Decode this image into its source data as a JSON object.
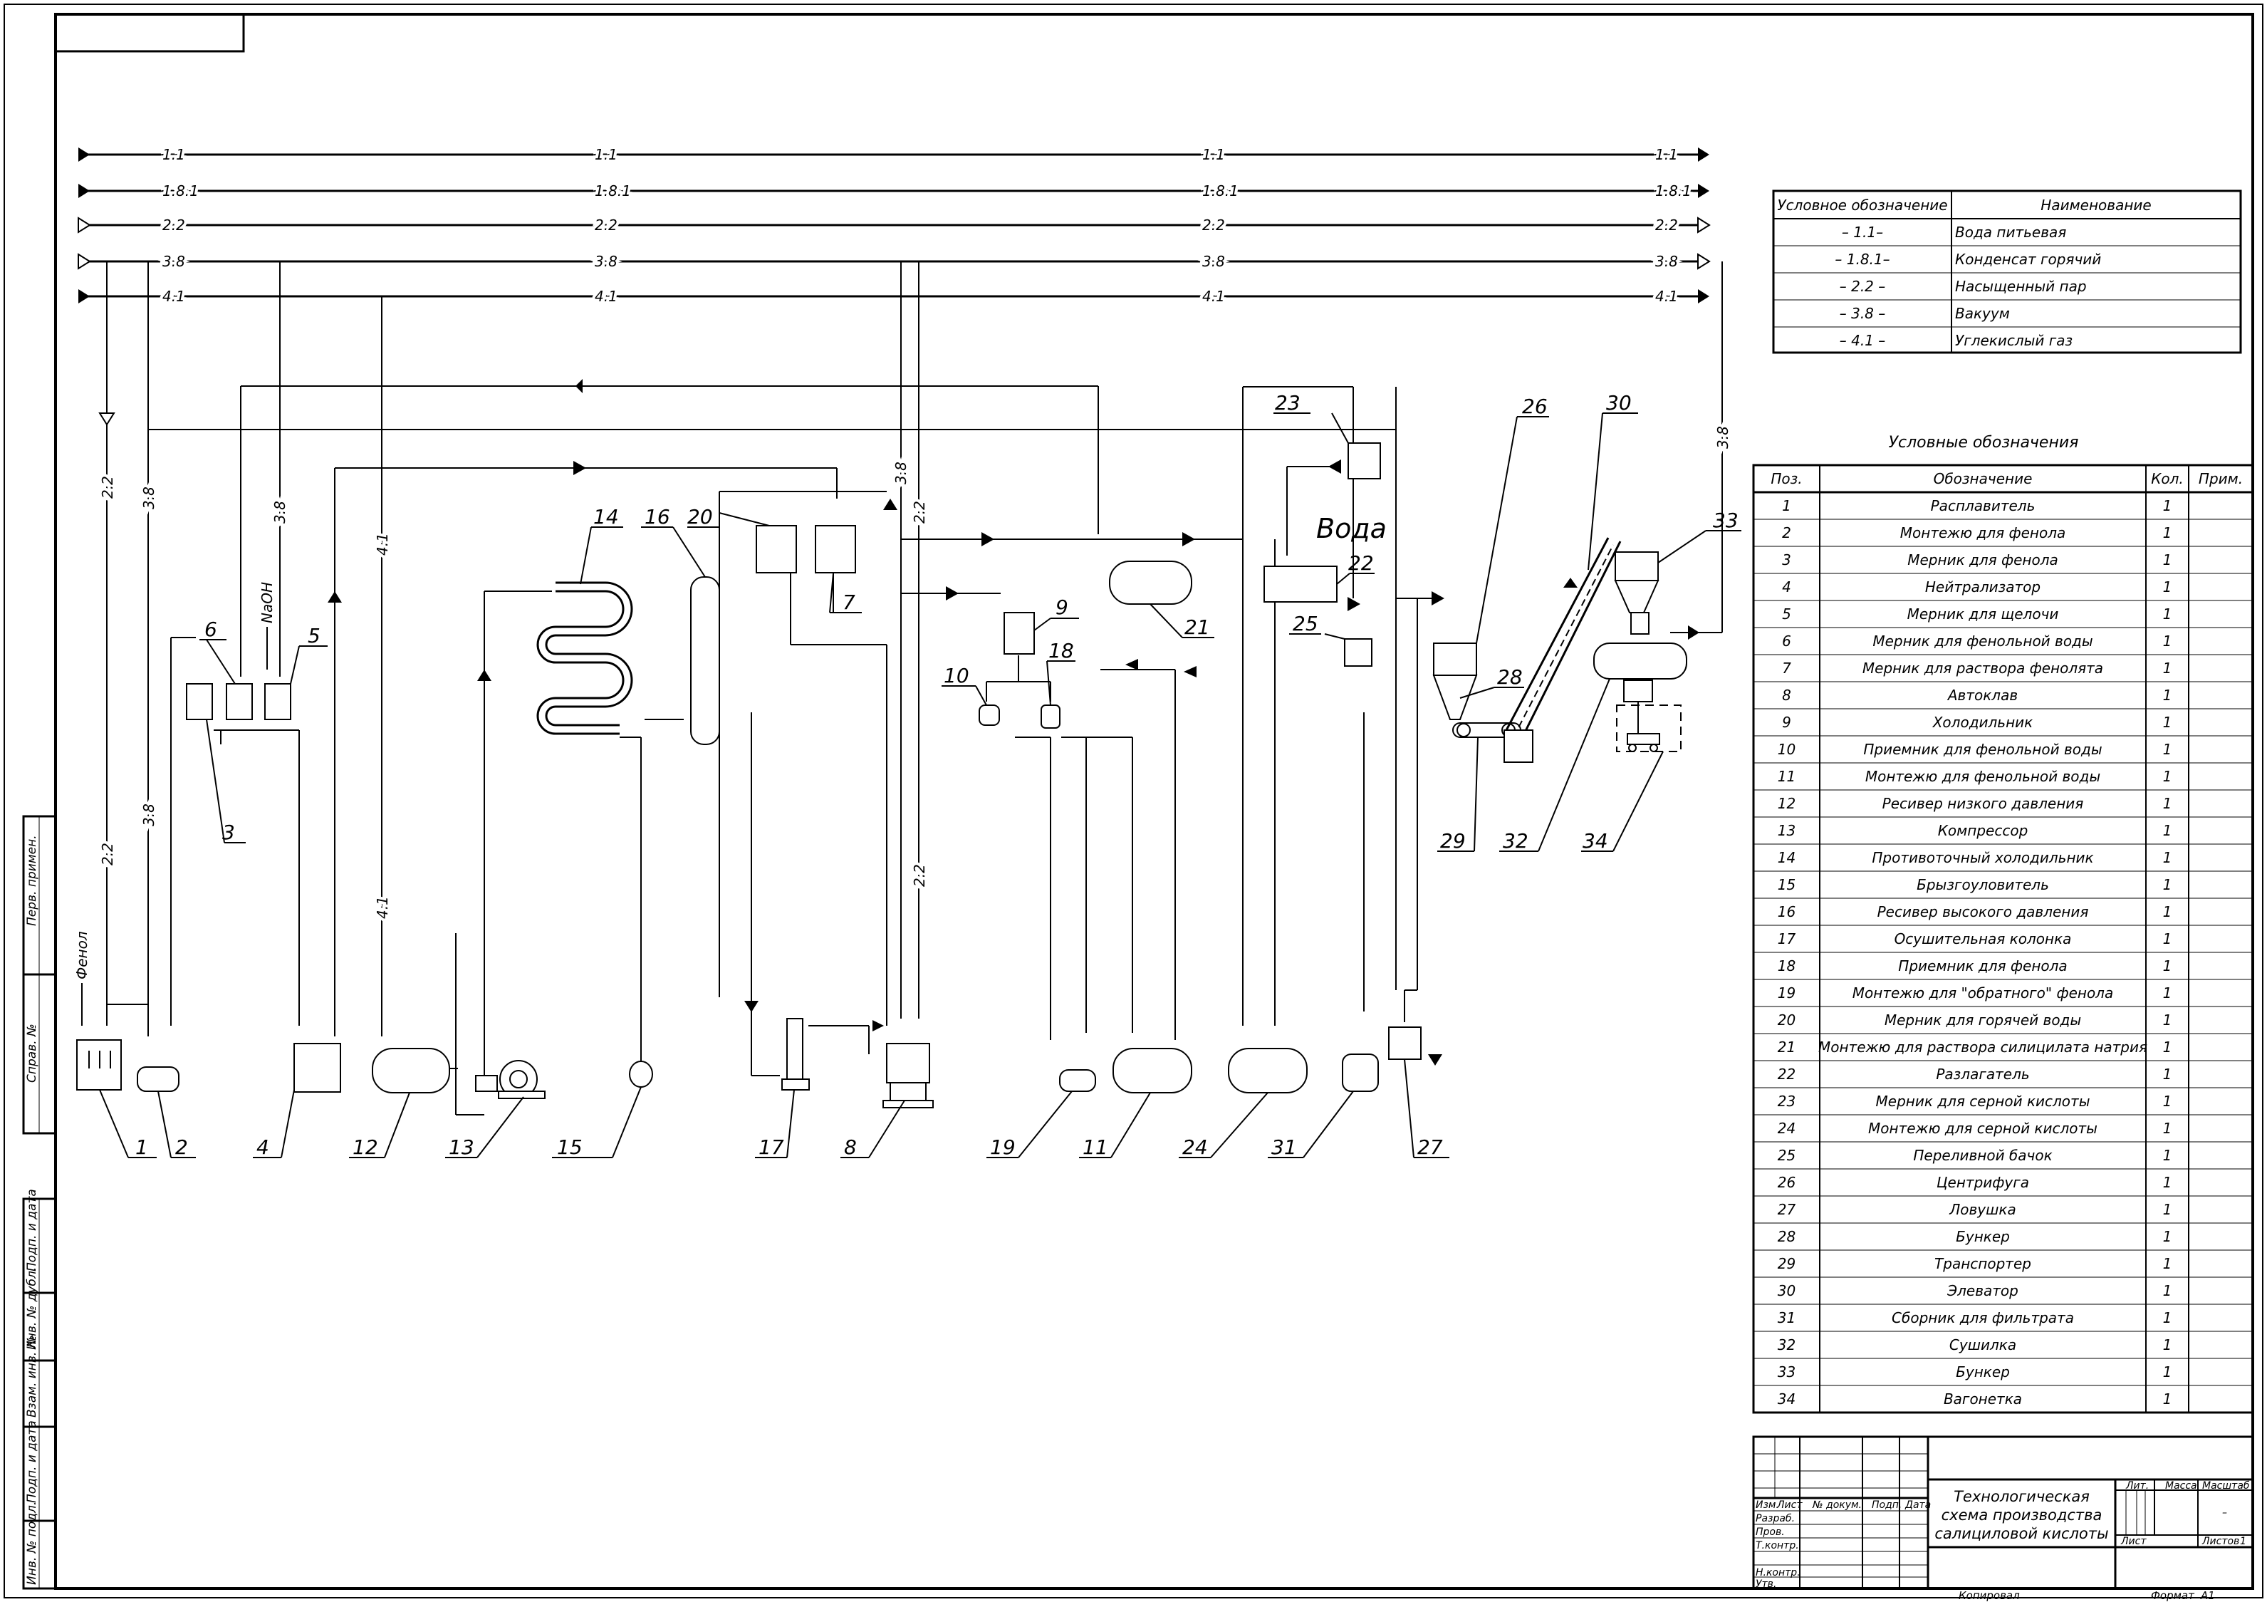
{
  "utility_lines": [
    {
      "code": "1.1",
      "arrow": "filled"
    },
    {
      "code": "1.8.1",
      "arrow": "filled"
    },
    {
      "code": "2.2",
      "arrow": "hollow"
    },
    {
      "code": "3.8",
      "arrow": "hollow"
    },
    {
      "code": "4.1",
      "arrow": "filled"
    }
  ],
  "vertical_labels": {
    "l22": "2.2",
    "l38": "3.8",
    "l41": "4.1",
    "fenol": "Фенол",
    "naoh": "NaOH"
  },
  "voda_label": "Вода",
  "designation_legend": {
    "header_code": "Условное обозначение",
    "header_name": "Наименование",
    "rows": [
      {
        "code": "– 1.1–",
        "name": "Вода питьевая"
      },
      {
        "code": "– 1.8.1–",
        "name": "Конденсат горячий"
      },
      {
        "code": "– 2.2 –",
        "name": "Насыщенный пар"
      },
      {
        "code": "– 3.8 –",
        "name": "Вакуум"
      },
      {
        "code": "– 4.1 –",
        "name": "Углекислый газ"
      }
    ]
  },
  "equipment_table": {
    "title": "Условные обозначения",
    "headers": [
      "Поз.",
      "Обозначение",
      "Кол.",
      "Прим."
    ],
    "rows": [
      [
        "1",
        "Расплавитель",
        "1"
      ],
      [
        "2",
        "Монтежю для фенола",
        "1"
      ],
      [
        "3",
        "Мерник для фенола",
        "1"
      ],
      [
        "4",
        "Нейтрализатор",
        "1"
      ],
      [
        "5",
        "Мерник для щелочи",
        "1"
      ],
      [
        "6",
        "Мерник для фенольной воды",
        "1"
      ],
      [
        "7",
        "Мерник для раствора фенолята",
        "1"
      ],
      [
        "8",
        "Автоклав",
        "1"
      ],
      [
        "9",
        "Холодильник",
        "1"
      ],
      [
        "10",
        "Приемник для фенольной воды",
        "1"
      ],
      [
        "11",
        "Монтежю для фенольной воды",
        "1"
      ],
      [
        "12",
        "Ресивер низкого давления",
        "1"
      ],
      [
        "13",
        "Компрессор",
        "1"
      ],
      [
        "14",
        "Противоточный холодильник",
        "1"
      ],
      [
        "15",
        "Брызгоуловитель",
        "1"
      ],
      [
        "16",
        "Ресивер высокого давления",
        "1"
      ],
      [
        "17",
        "Осушительная колонка",
        "1"
      ],
      [
        "18",
        "Приемник для фенола",
        "1"
      ],
      [
        "19",
        "Монтежю для \"обратного\" фенола",
        "1"
      ],
      [
        "20",
        "Мерник для горячей воды",
        "1"
      ],
      [
        "21",
        "Монтежю для раствора силицилата натрия",
        "1"
      ],
      [
        "22",
        "Разлагатель",
        "1"
      ],
      [
        "23",
        "Мерник для серной кислоты",
        "1"
      ],
      [
        "24",
        "Монтежю для серной кислоты",
        "1"
      ],
      [
        "25",
        "Переливной бачок",
        "1"
      ],
      [
        "26",
        "Центрифуга",
        "1"
      ],
      [
        "27",
        "Ловушка",
        "1"
      ],
      [
        "28",
        "Бункер",
        "1"
      ],
      [
        "29",
        "Транспортер",
        "1"
      ],
      [
        "30",
        "Элеватор",
        "1"
      ],
      [
        "31",
        "Сборник для фильтрата",
        "1"
      ],
      [
        "32",
        "Сушилка",
        "1"
      ],
      [
        "33",
        "Бункер",
        "1"
      ],
      [
        "34",
        "Вагонетка",
        "1"
      ]
    ]
  },
  "title_block": {
    "title": "Технологическая схема производства салициловой кислоты",
    "col_headers": [
      "Изм.",
      "Лист",
      "№ докум.",
      "Подп.",
      "Дата"
    ],
    "roles": [
      "Разраб.",
      "Пров.",
      "Т.контр.",
      "",
      "Н.контр.",
      "Утв."
    ],
    "lit": "Лит.",
    "massa": "Масса",
    "masshtab": "Масштаб",
    "scale_value": "–",
    "sheet": "Лист",
    "sheets": "Листов",
    "sheets_value": "1",
    "copied": "Копировал",
    "format": "Формат",
    "format_value": "А1"
  },
  "side_stamp": [
    "Перв. примен.",
    "Справ. №",
    "Подп. и дата",
    "Инв. № дубл.",
    "Взам. инв. №",
    "Подп. и дата",
    "Инв. № подл."
  ],
  "callouts": [
    "1",
    "2",
    "3",
    "4",
    "5",
    "6",
    "7",
    "8",
    "9",
    "10",
    "11",
    "12",
    "13",
    "14",
    "15",
    "16",
    "17",
    "18",
    "19",
    "20",
    "21",
    "22",
    "23",
    "24",
    "25",
    "26",
    "27",
    "28",
    "29",
    "30",
    "31",
    "32",
    "33",
    "34"
  ]
}
